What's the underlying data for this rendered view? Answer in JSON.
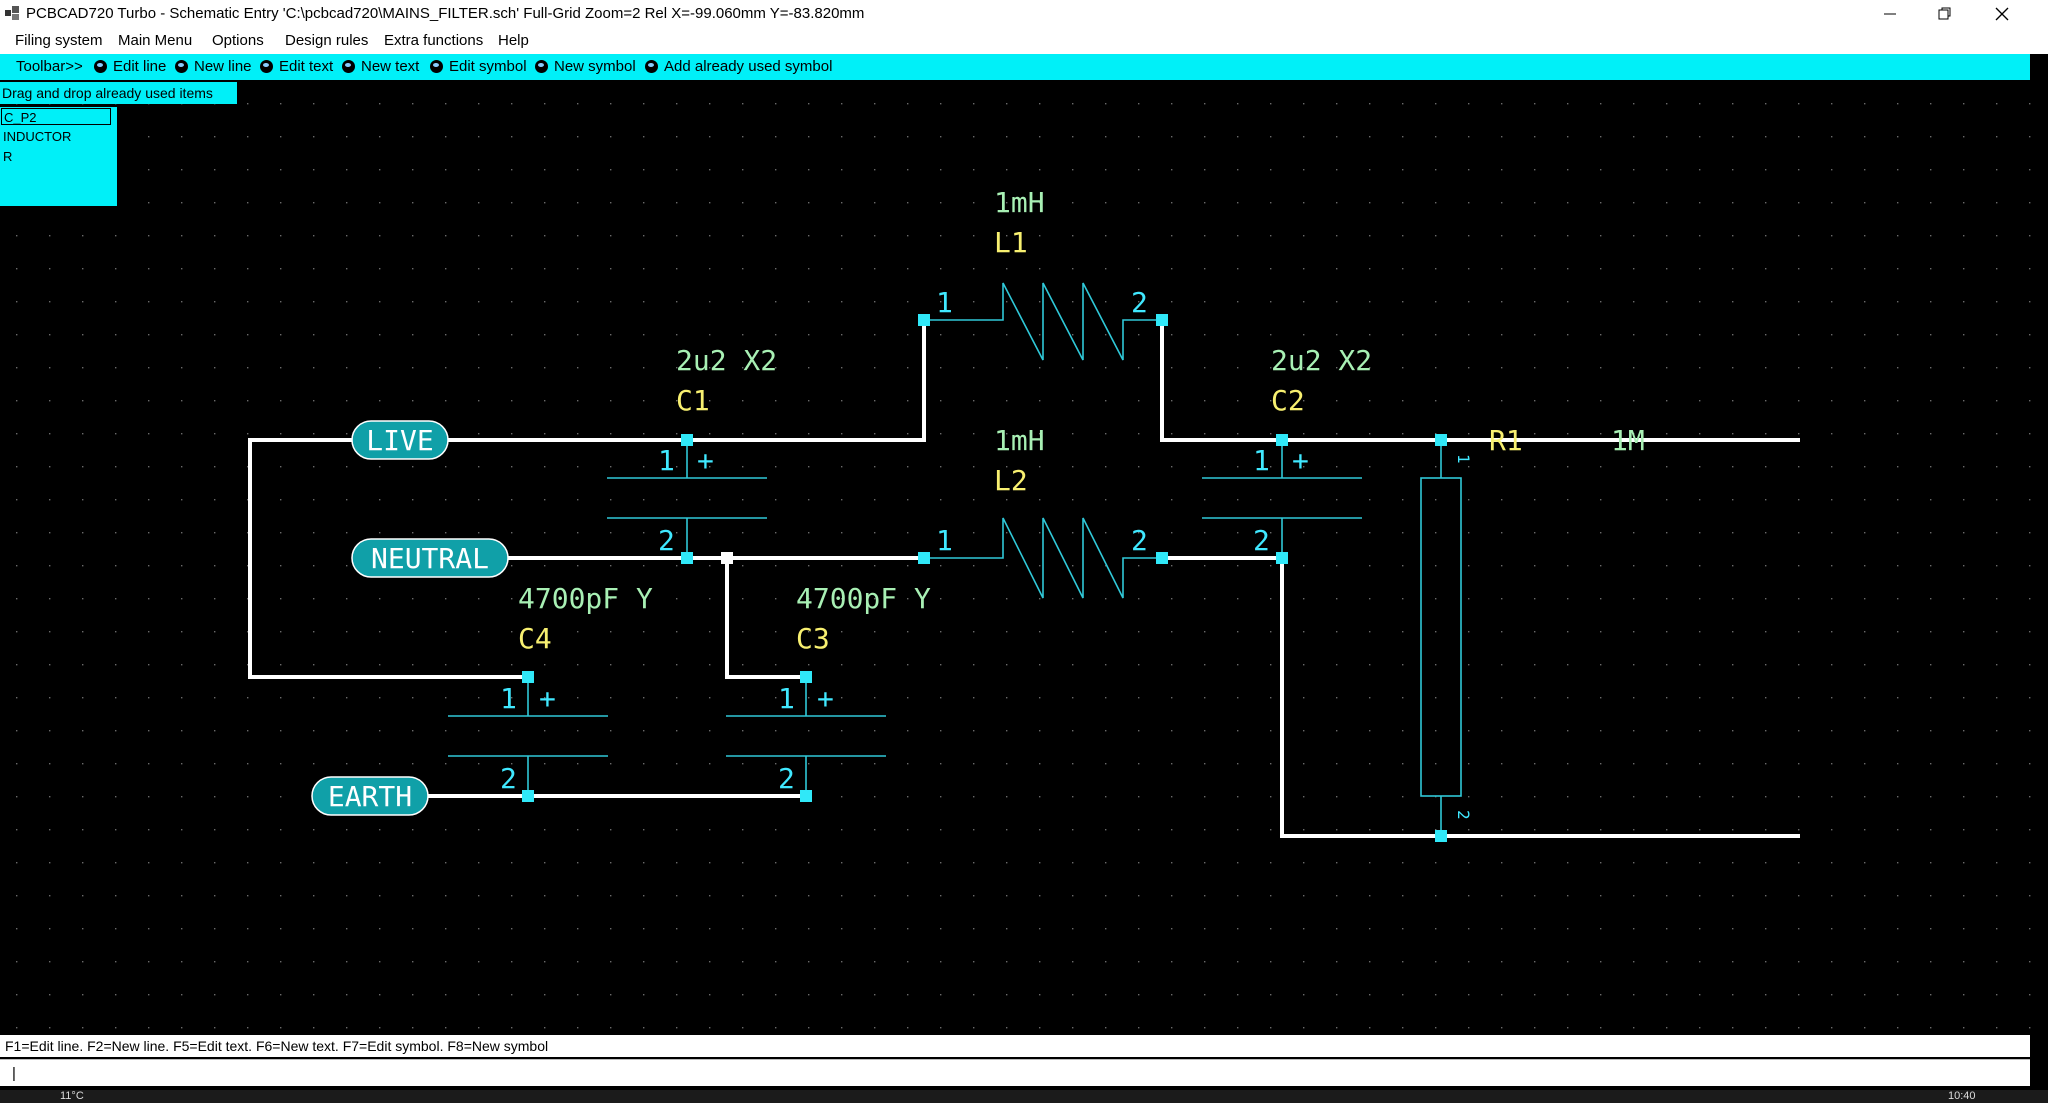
{
  "window": {
    "title": "PCBCAD720 Turbo - Schematic Entry 'C:\\pcbcad720\\MAINS_FILTER.sch' Full-Grid Zoom=2 Rel X=-99.060mm Y=-83.820mm"
  },
  "menu": {
    "items": [
      "Filing system",
      "Main Menu",
      "Options",
      "Design rules",
      "Extra functions",
      "Help"
    ]
  },
  "toolbar": {
    "label": "Toolbar>>",
    "items": [
      "Edit line",
      "New line",
      "Edit text",
      "New text",
      "Edit symbol",
      "New symbol",
      "Add already used symbol"
    ]
  },
  "drag_panel": {
    "header": "Drag and drop already used items",
    "items": [
      "C_P2",
      "INDUCTOR",
      "R"
    ],
    "selected": "C_P2"
  },
  "schematic": {
    "ports": {
      "live": "LIVE",
      "neutral": "NEUTRAL",
      "earth": "EARTH"
    },
    "components": {
      "L1": {
        "ref": "L1",
        "value": "1mH"
      },
      "L2": {
        "ref": "L2",
        "value": "1mH"
      },
      "C1": {
        "ref": "C1",
        "value": "2u2 X2"
      },
      "C2": {
        "ref": "C2",
        "value": "2u2 X2"
      },
      "C3": {
        "ref": "C3",
        "value": "4700pF Y"
      },
      "C4": {
        "ref": "C4",
        "value": "4700pF Y"
      },
      "R1": {
        "ref": "R1",
        "value": "1M"
      }
    },
    "pins": {
      "one": "1",
      "two": "2",
      "plus": "+"
    }
  },
  "status": {
    "hotkeys": "F1=Edit line. F2=New line. F5=Edit text. F6=New text. F7=Edit symbol. F8=New symbol",
    "command": "|"
  },
  "taskbar": {
    "weather": "11°C",
    "clock": "10:40"
  },
  "colors": {
    "canvas": "#000000",
    "toolbar": "#00f0f8",
    "wire": "#ffffff",
    "symbol": "#30c8d8",
    "value_text": "#a8f0b4",
    "ref_text": "#f8f070",
    "port_fill": "#10a0a8"
  }
}
